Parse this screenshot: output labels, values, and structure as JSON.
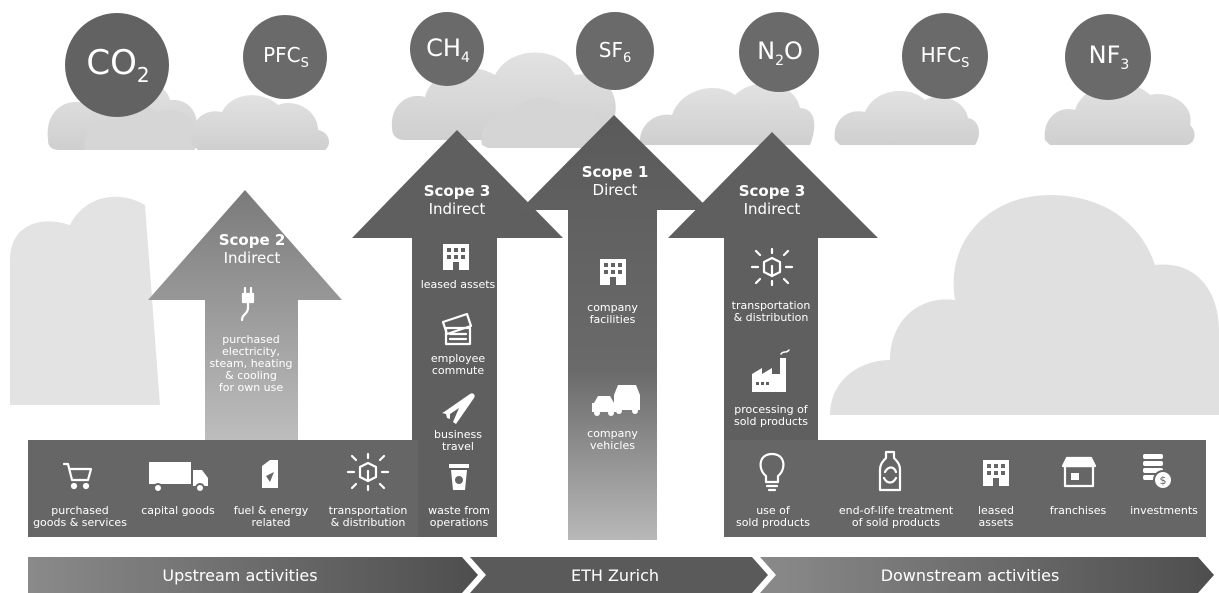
{
  "gases": [
    {
      "id": "co2",
      "base": "CO",
      "sub": "2"
    },
    {
      "id": "pfcs",
      "base": "PFC",
      "sub": "S"
    },
    {
      "id": "ch4",
      "base": "CH",
      "sub": "4"
    },
    {
      "id": "sf6",
      "base": "SF",
      "sub": "6"
    },
    {
      "id": "n2o",
      "base": "N",
      "sub": "2",
      "tail": "O"
    },
    {
      "id": "hfcs",
      "base": "HFC",
      "sub": "S"
    },
    {
      "id": "nf3",
      "base": "NF",
      "sub": "3"
    }
  ],
  "scopes": {
    "scope2": {
      "title": "Scope 2",
      "subtitle": "Indirect"
    },
    "scope3_up": {
      "title": "Scope 3",
      "subtitle": "Indirect"
    },
    "scope1": {
      "title": "Scope 1",
      "subtitle": "Direct"
    },
    "scope3_down": {
      "title": "Scope 3",
      "subtitle": "Indirect"
    }
  },
  "activities": {
    "purchased_electricity": "purchased\nelectricity,\nsteam, heating\n& cooling\nfor own use",
    "leased_assets_up": "leased assets",
    "employee_commute": "employee\ncommute",
    "business_travel": "business\ntravel",
    "company_facilities": "company\nfacilities",
    "company_vehicles": "company\nvehicles",
    "transportation_down": "transportation\n& distribution",
    "processing_sold": "processing of\nsold products",
    "purchased_goods": "purchased\ngoods & services",
    "capital_goods": "capital goods",
    "fuel_energy": "fuel & energy\nrelated",
    "transportation_up": "transportation\n& distribution",
    "waste": "waste from\noperations",
    "use_sold": "use of\nsold products",
    "end_of_life": "end-of-life treatment\nof sold products",
    "leased_assets_down": "leased\nassets",
    "franchises": "franchises",
    "investments": "investments"
  },
  "bands": {
    "upstream": "Upstream activities",
    "eth": "ETH Zurich",
    "downstream": "Downstream activities"
  },
  "icons": {
    "cloud": "cloud-icon",
    "plug": "plug-icon",
    "building": "building-icon",
    "ticket": "ticket-icon",
    "plane": "airplane-icon",
    "car": "car-icon",
    "box": "box-arrows-icon",
    "factory": "factory-icon",
    "cart": "shopping-cart-icon",
    "truck": "truck-icon",
    "fuel": "fuel-can-icon",
    "trash": "recycling-bin-icon",
    "bulb": "light-bulb-icon",
    "bottle": "recycle-bottle-icon",
    "store": "storefront-icon",
    "coins": "coins-icon"
  },
  "colors": {
    "dark": "#5a5a5a",
    "mid": "#6e6e6e",
    "light": "#a9a9a9",
    "cloud": "#dcdcdc"
  }
}
